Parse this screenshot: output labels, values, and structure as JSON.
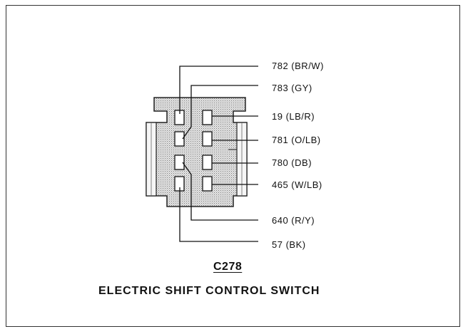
{
  "connector": {
    "id": "C278",
    "title": "ELECTRIC SHIFT CONTROL SWITCH"
  },
  "pins": [
    {
      "circuit": "782 (BR/W)"
    },
    {
      "circuit": "783 (GY)"
    },
    {
      "circuit": "19 (LB/R)"
    },
    {
      "circuit": "781 (O/LB)"
    },
    {
      "circuit": "780 (DB)"
    },
    {
      "circuit": "465 (W/LB)"
    },
    {
      "circuit": "640 (R/Y)"
    },
    {
      "circuit": "57 (BK)"
    }
  ]
}
